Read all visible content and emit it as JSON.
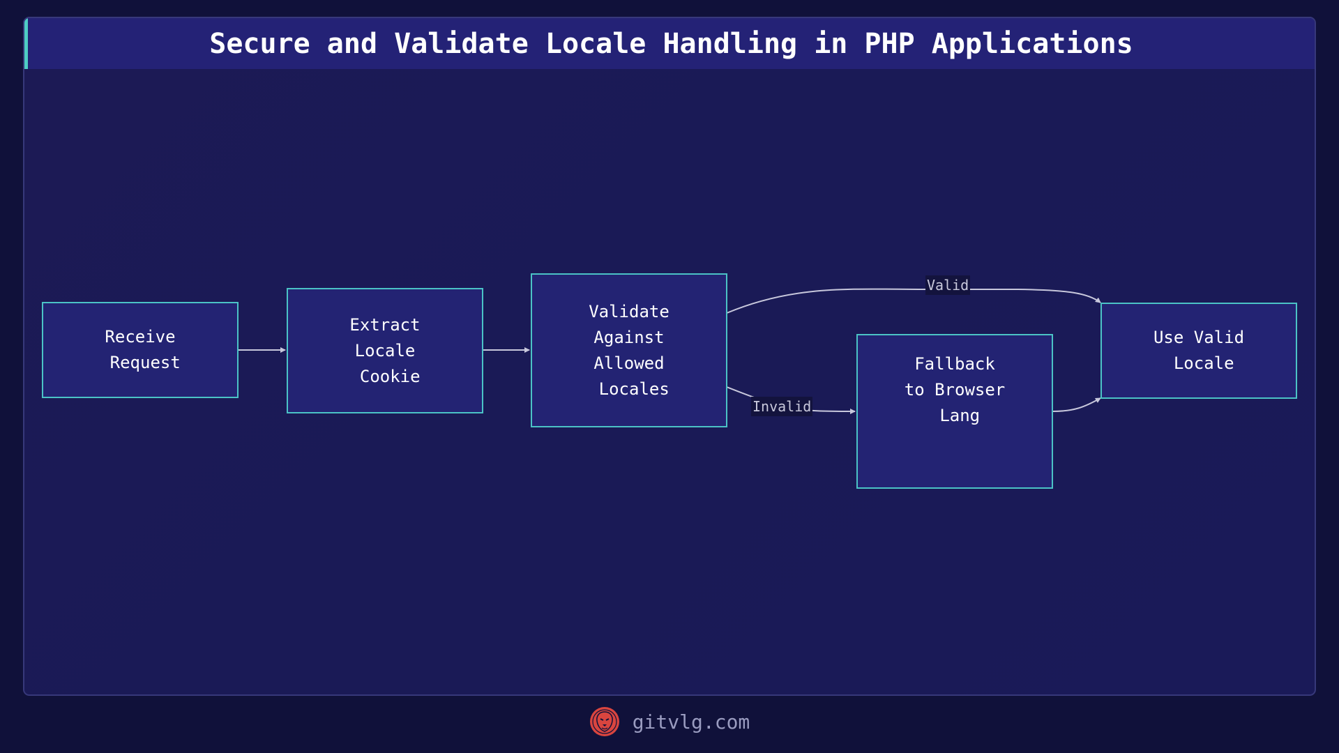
{
  "header": {
    "title": "Secure and Validate Locale Handling in PHP Applications"
  },
  "diagram": {
    "nodes": [
      {
        "id": "receive",
        "label": "Receive\n Request"
      },
      {
        "id": "extract",
        "label": "Extract\nLocale\n Cookie"
      },
      {
        "id": "validate",
        "label": "Validate\nAgainst\nAllowed\n Locales"
      },
      {
        "id": "fallback",
        "label": "Fallback\nto Browser\n Lang"
      },
      {
        "id": "use",
        "label": "Use Valid\n Locale"
      }
    ],
    "edges": [
      {
        "from": "receive",
        "to": "extract",
        "label": ""
      },
      {
        "from": "extract",
        "to": "validate",
        "label": ""
      },
      {
        "from": "validate",
        "to": "use",
        "label": "Valid"
      },
      {
        "from": "validate",
        "to": "fallback",
        "label": "Invalid"
      },
      {
        "from": "fallback",
        "to": "use",
        "label": ""
      }
    ]
  },
  "colors": {
    "background": "#10113a",
    "card": "#1c1a55",
    "header": "#242276",
    "accent": "#4ecdc4",
    "node_fill": "#232373",
    "node_border": "#4bc3c6",
    "edge": "#c8c8dc",
    "logo": "#d9453f"
  },
  "footer": {
    "logo_icon": "lion-logo-icon",
    "text": "gitvlg.com"
  }
}
